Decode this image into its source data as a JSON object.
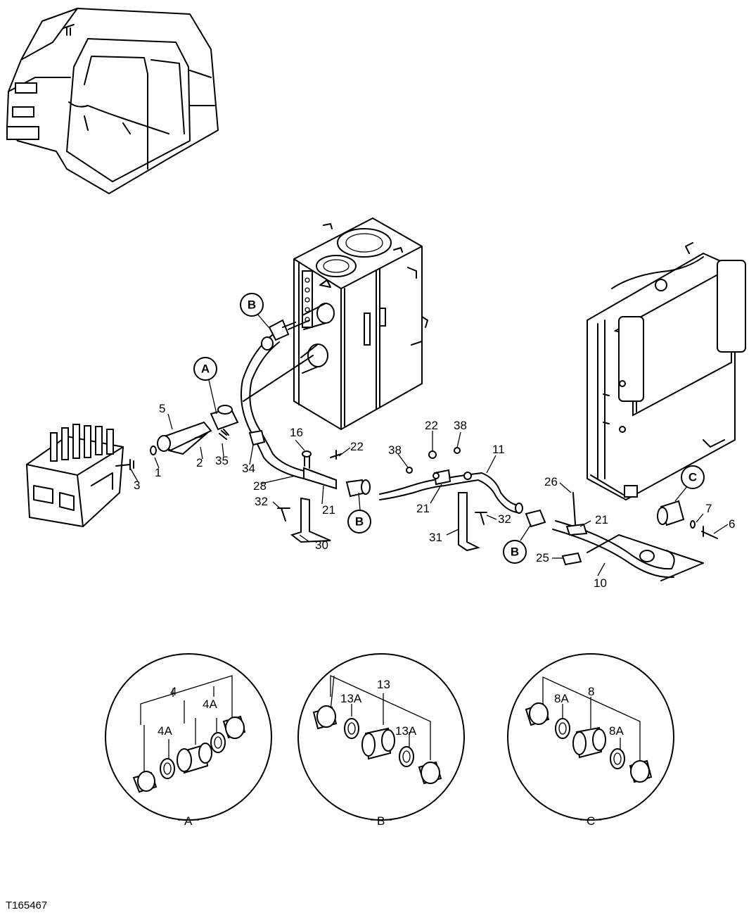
{
  "drawing_code": "T165467",
  "callouts": [
    {
      "letter": "A"
    },
    {
      "letter": "B"
    },
    {
      "letter": "C"
    }
  ],
  "part_labels": [
    "1",
    "2",
    "3",
    "4",
    "4A",
    "5",
    "6",
    "7",
    "8",
    "8A",
    "10",
    "11",
    "13",
    "13A",
    "16",
    "21",
    "22",
    "25",
    "26",
    "28",
    "30",
    "31",
    "32",
    "34",
    "35",
    "38"
  ],
  "detail_views": [
    {
      "name": "A",
      "parts": [
        "4",
        "4A"
      ]
    },
    {
      "name": "B",
      "parts": [
        "13",
        "13A"
      ]
    },
    {
      "name": "C",
      "parts": [
        "8",
        "8A"
      ]
    }
  ]
}
